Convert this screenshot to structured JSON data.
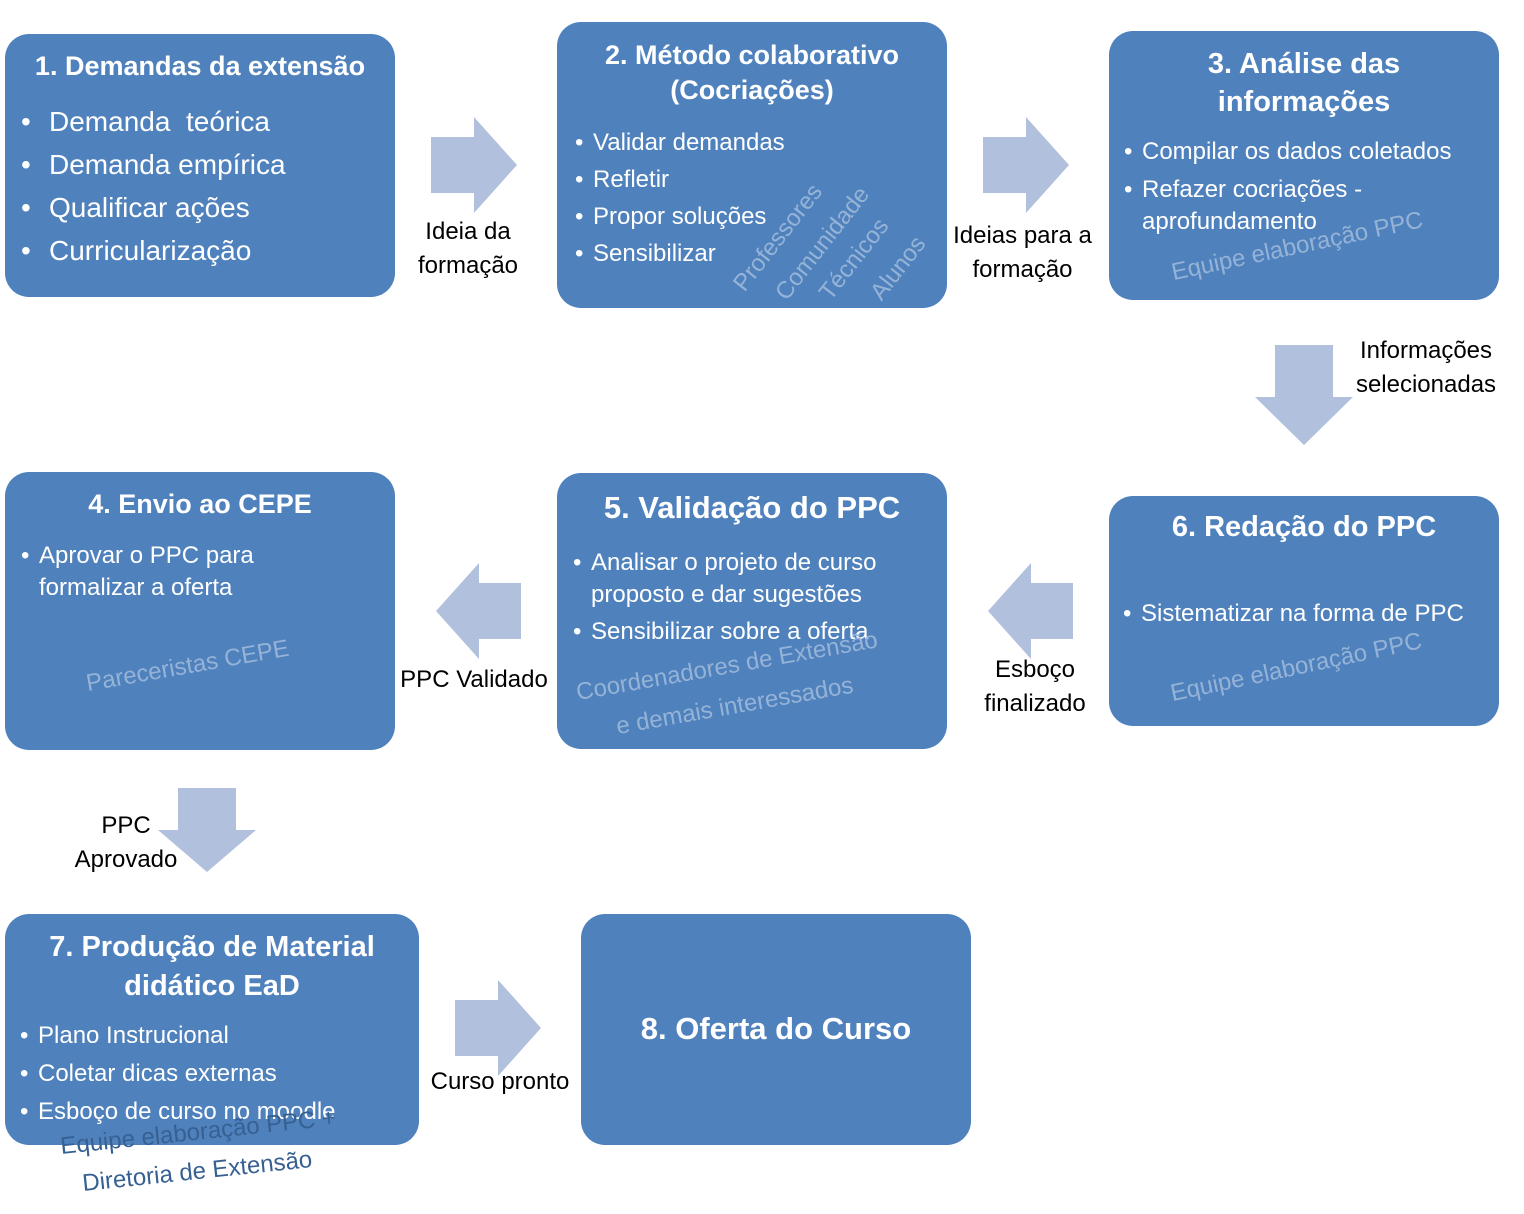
{
  "colors": {
    "box_fill": "#4f81bd",
    "arrow_fill": "#b1c0dd",
    "role_text": "#95b3d7",
    "role_text_dark": "#376092"
  },
  "boxes": [
    {
      "title": "1. Demandas da extensão",
      "items": [
        "Demanda  teórica",
        "Demanda empírica",
        "Qualificar ações",
        "Curricularização"
      ]
    },
    {
      "title_lines": [
        "2. Método colaborativo",
        "(Cocriações)"
      ],
      "items": [
        "Validar demandas",
        "Refletir",
        "Propor soluções",
        "Sensibilizar"
      ],
      "roles": [
        "Professores",
        "Comunidade",
        "Técnicos",
        "Alunos"
      ]
    },
    {
      "title_lines": [
        "3. Análise das",
        "informações"
      ],
      "items": [
        "Compilar os dados coletados",
        "Refazer cocriações - aprofundamento"
      ],
      "role": "Equipe elaboração PPC"
    },
    {
      "title": "4. Envio ao CEPE",
      "items": [
        "Aprovar o PPC para formalizar a oferta"
      ],
      "role": "Pareceristas CEPE"
    },
    {
      "title": "5. Validação do PPC",
      "items": [
        "Analisar o projeto de curso proposto e dar sugestões",
        "Sensibilizar sobre a oferta"
      ],
      "role_lines": [
        "Coordenadores de Extensão",
        "e demais interessados"
      ]
    },
    {
      "title": "6. Redação do PPC",
      "items": [
        "Sistematizar na forma de PPC"
      ],
      "role": "Equipe elaboração PPC"
    },
    {
      "title_lines": [
        "7. Produção de Material",
        "didático EaD"
      ],
      "items": [
        "Plano Instrucional",
        "Coletar dicas externas",
        "Esboço de curso no moodle"
      ],
      "role_lines": [
        "Equipe elaboração PPC +",
        "Diretoria de Extensão"
      ]
    },
    {
      "title": "8. Oferta do Curso"
    }
  ],
  "connectors": [
    {
      "lines": [
        "Ideia da",
        "formação"
      ]
    },
    {
      "lines": [
        "Ideias para a",
        "formação"
      ]
    },
    {
      "lines": [
        "Informações",
        "selecionadas"
      ]
    },
    {
      "lines": [
        "Esboço",
        "finalizado"
      ]
    },
    {
      "lines": [
        "PPC Validado"
      ]
    },
    {
      "lines": [
        "PPC",
        "Aprovado"
      ]
    },
    {
      "lines": [
        "Curso pronto"
      ]
    }
  ]
}
